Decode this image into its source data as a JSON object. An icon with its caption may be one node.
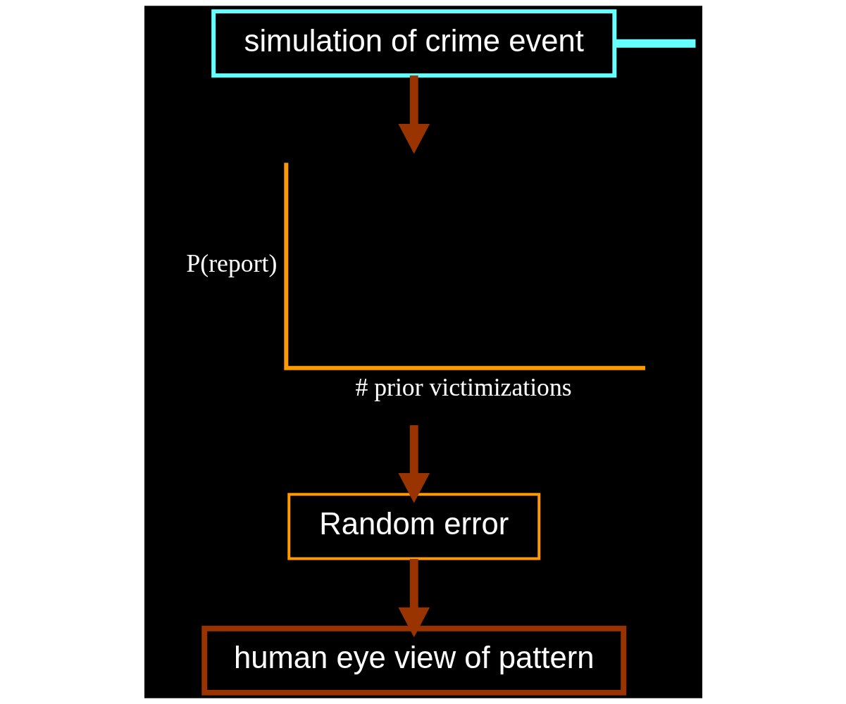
{
  "diagram": {
    "nodes": [
      {
        "text": [
          "simulation of crime event"
        ]
      },
      {
        "text": [
          "P(report)",
          "# prior victimizations"
        ]
      },
      {
        "text": [
          "Random error"
        ]
      },
      {
        "text": [
          "human eye view of pattern"
        ]
      }
    ],
    "edges": [
      {
        "from": 0,
        "to": 1,
        "arrow": "to"
      },
      {
        "from": 0,
        "to": null,
        "arrow": "none",
        "color": "#66ffff"
      },
      {
        "from": 1,
        "to": 2,
        "arrow": "to"
      },
      {
        "from": 2,
        "to": 3,
        "arrow": "to"
      }
    ]
  }
}
